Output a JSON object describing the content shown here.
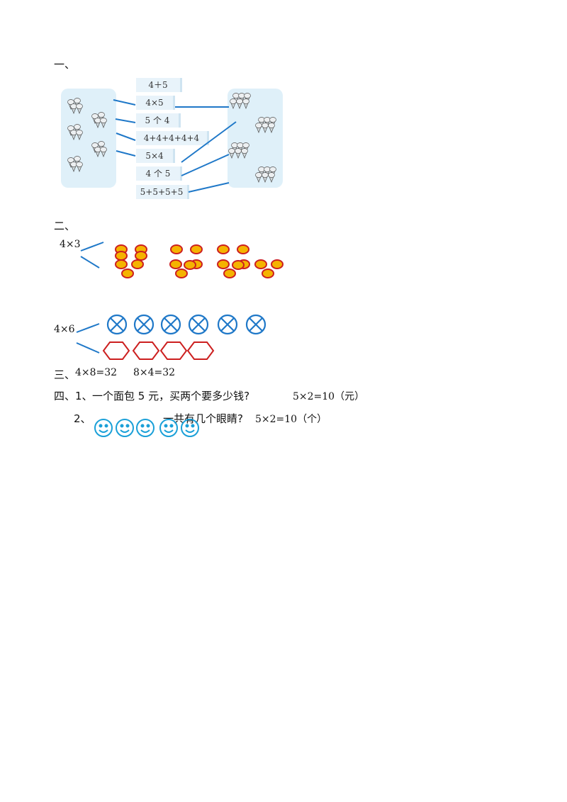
{
  "section1": {
    "label": "一、",
    "expressions": [
      "4＋5",
      "4×5",
      "5 个 4",
      "4+4+4+4+4",
      "5×4",
      "4 个 5",
      "5+5+5+5"
    ],
    "left_icon": "ice-cream-cone-icon",
    "right_icon": "ice-cream-cone-icon"
  },
  "section2": {
    "label": "二、",
    "problem_a": {
      "expr": "4×3",
      "shape": "orange-oval",
      "fill": "#f5b300",
      "stroke": "#cc1f1f"
    },
    "problem_b": {
      "expr": "4×6",
      "shape1": "circle-x",
      "color1": "#1f78c8",
      "shape2": "hexagon",
      "color2": "#cc1f1f"
    }
  },
  "section3": {
    "label": "三、",
    "eq1": "4×8=32",
    "eq2": "8×4=32"
  },
  "section4": {
    "label": "四、",
    "q1_num": "1、",
    "q1_text": "一个面包 5 元，买两个要多少钱?",
    "q1_answer": "5×2=10（元）",
    "q2_num": "2、",
    "q2_text": "一共有几个眼睛?",
    "q2_answer": "5×2=10（个）",
    "smiley_color": "#1aa0d8",
    "smiley_icon": "smiley-face-icon"
  }
}
